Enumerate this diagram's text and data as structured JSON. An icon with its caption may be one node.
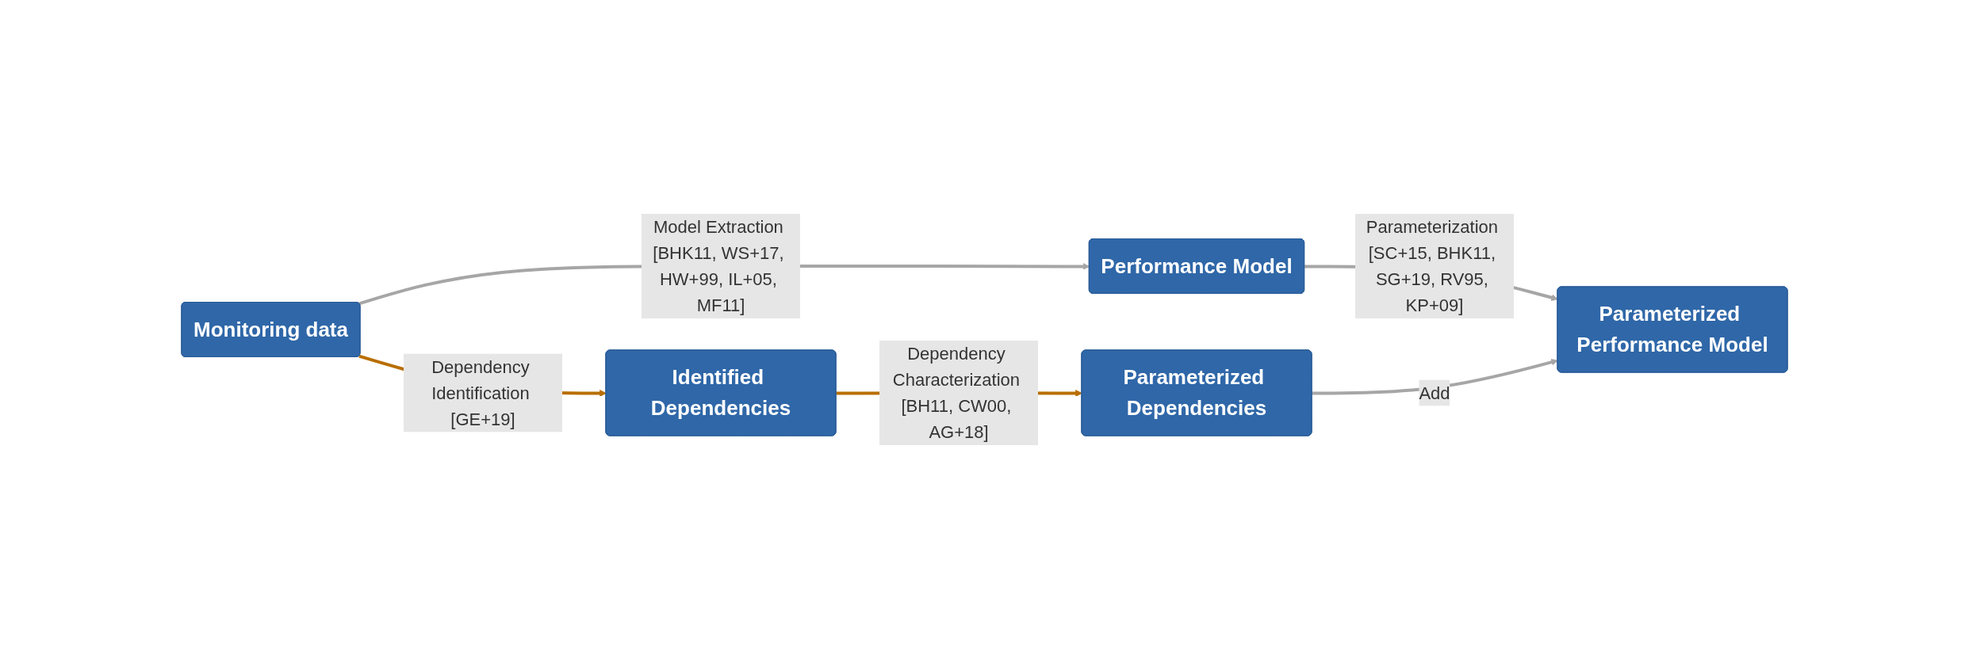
{
  "diagram": {
    "nodes": [
      {
        "text": [
          "Monitoring data"
        ]
      },
      {
        "text": [
          "Performance Model"
        ]
      },
      {
        "text": [
          "Parameterized Performance Model"
        ]
      },
      {
        "text": [
          "Identified Dependencies"
        ]
      },
      {
        "text": [
          "Parameterized Dependencies"
        ]
      }
    ],
    "edges": [
      {
        "from": 0,
        "to": 1,
        "arrow": "to",
        "label": "Model Extraction [BHK11, WS+17, HW+99, IL+05, MF11]"
      },
      {
        "from": 1,
        "to": 2,
        "arrow": "to",
        "label": "Parameterization [SC+15, BHK11, SG+19, RV95, KP+09]"
      },
      {
        "from": 0,
        "to": 3,
        "arrow": "to",
        "label": "Dependency Identification [GE+19]",
        "color": "#b86e00"
      },
      {
        "from": 3,
        "to": 4,
        "arrow": "to",
        "label": "Dependency Characterization [BH11, CW00, AG+18]",
        "color": "#b86e00"
      },
      {
        "from": 4,
        "to": 2,
        "arrow": "to",
        "label": "Add"
      }
    ]
  }
}
